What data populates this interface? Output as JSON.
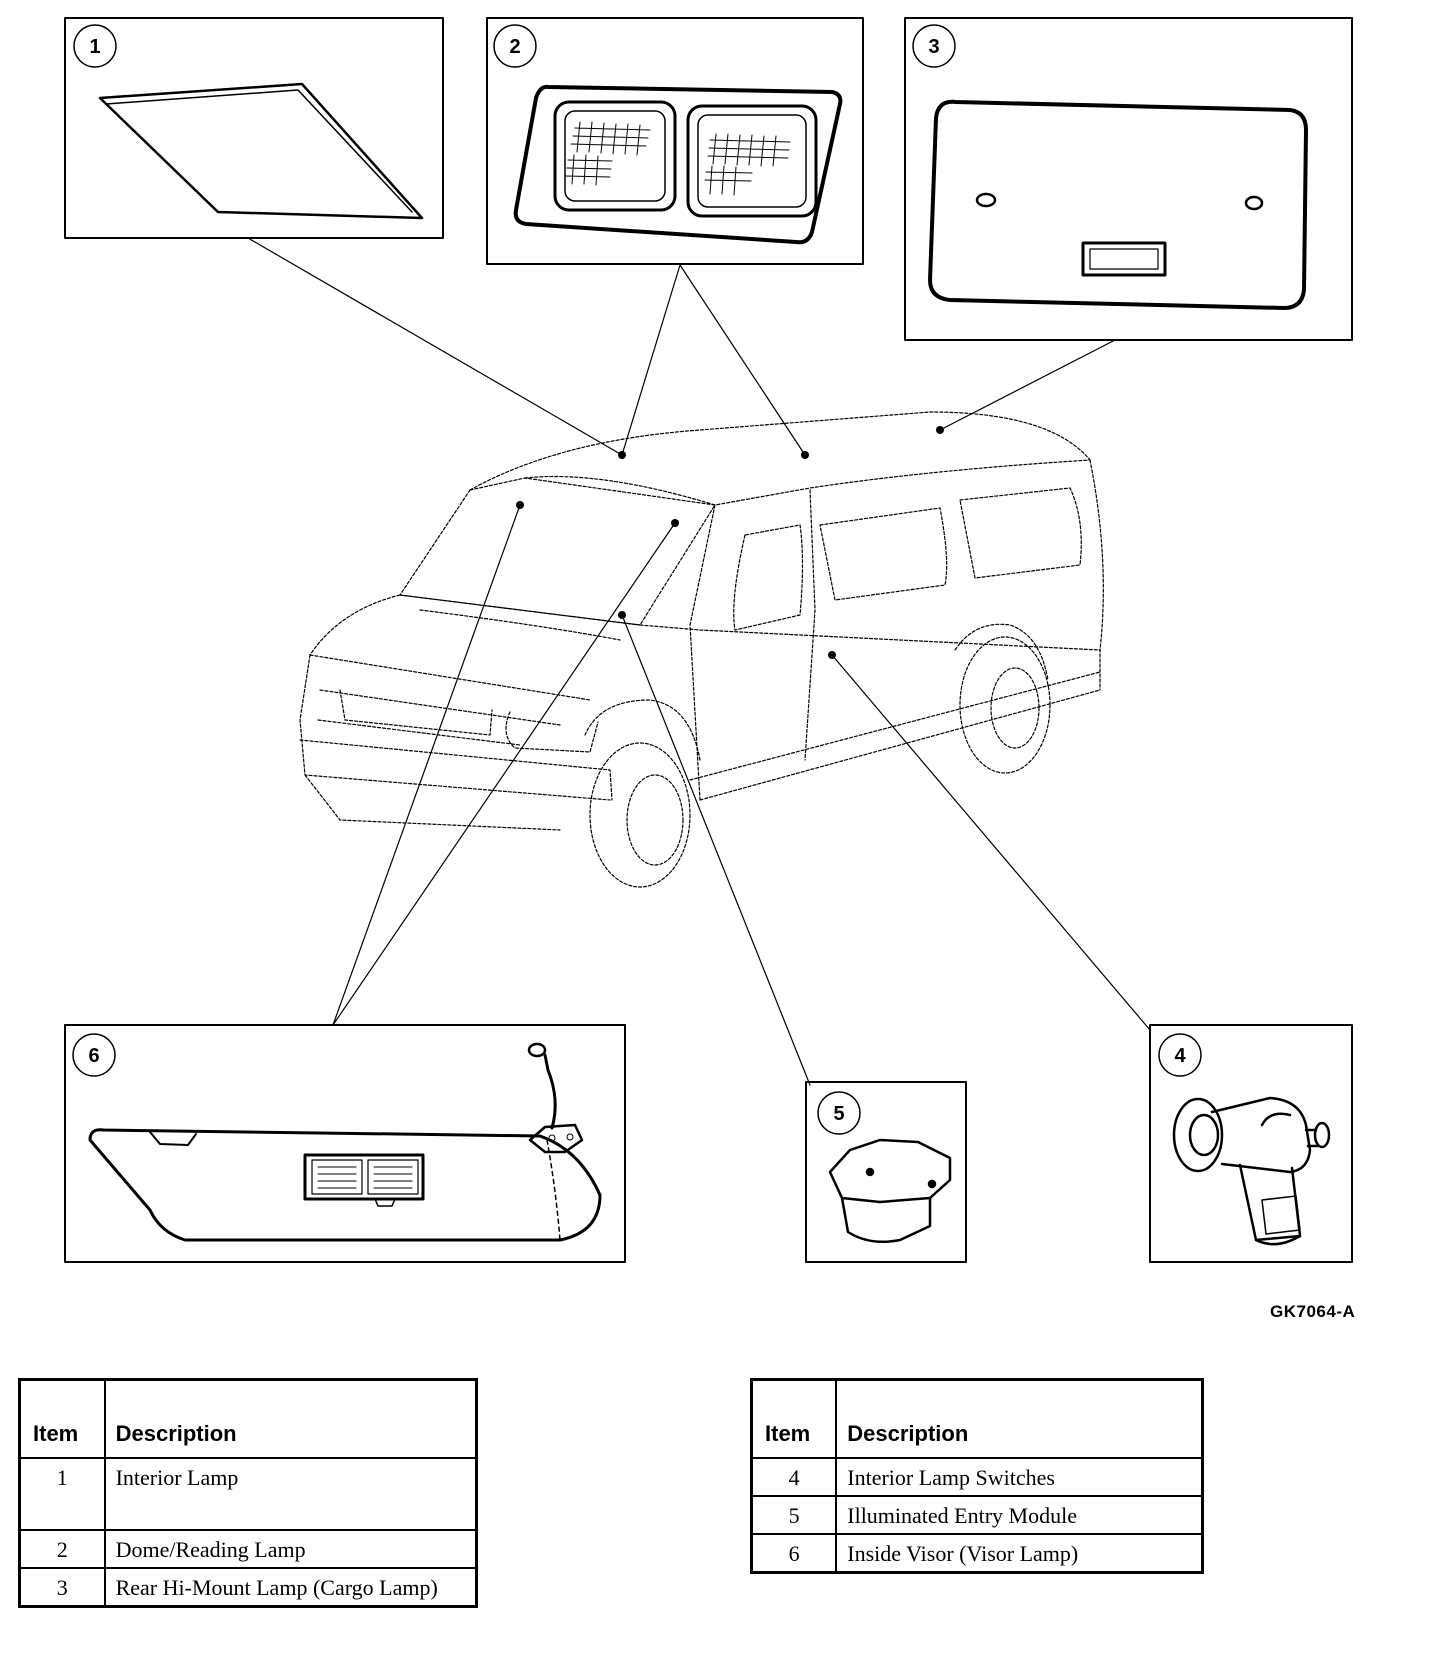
{
  "callouts": [
    {
      "num": "1",
      "name": "Interior Lamp"
    },
    {
      "num": "2",
      "name": "Dome/Reading Lamp"
    },
    {
      "num": "3",
      "name": "Rear Hi-Mount Lamp (Cargo Lamp)"
    },
    {
      "num": "4",
      "name": "Interior Lamp Switches"
    },
    {
      "num": "5",
      "name": "Illuminated Entry Module"
    },
    {
      "num": "6",
      "name": "Inside Visor (Visor Lamp)"
    }
  ],
  "figure_code": "GK7064-A",
  "table_left": {
    "col_item": "Item",
    "col_desc": "Description",
    "rows": [
      {
        "item": "1",
        "desc": "Interior Lamp"
      },
      {
        "item": "2",
        "desc": "Dome/Reading Lamp"
      },
      {
        "item": "3",
        "desc": "Rear Hi-Mount Lamp (Cargo Lamp)"
      }
    ]
  },
  "table_right": {
    "col_item": "Item",
    "col_desc": "Description",
    "rows": [
      {
        "item": "4",
        "desc": "Interior Lamp Switches"
      },
      {
        "item": "5",
        "desc": "Illuminated Entry Module"
      },
      {
        "item": "6",
        "desc": "Inside Visor (Visor Lamp)"
      }
    ]
  }
}
